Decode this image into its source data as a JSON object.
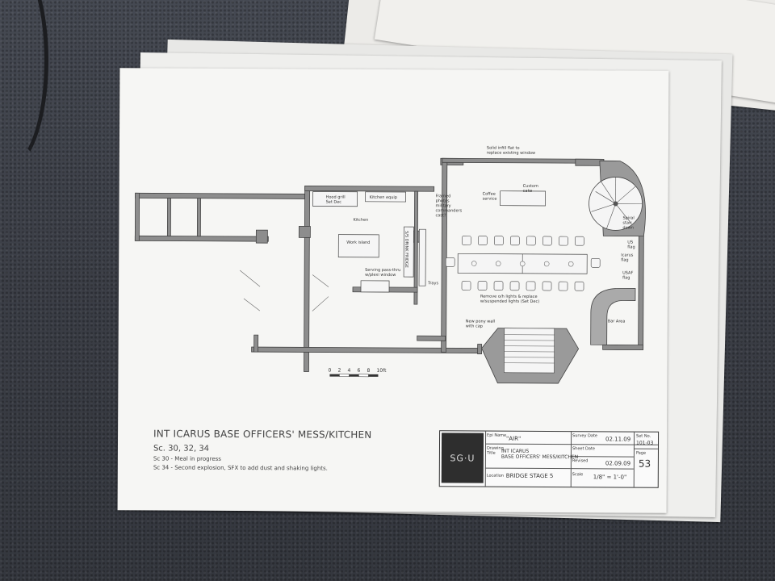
{
  "drawing": {
    "callouts": {
      "infill": "Solid infill flat to\nreplace existing window",
      "coffee": "Coffee\nservice",
      "custom_cake": "Custom\ncake",
      "hood_grill": "Hood grill\nSet Dec",
      "kitchen_equip": "Kitchen equip",
      "framed_photos": "Framed\nphotos\nmilitary\ncommanders\ncast?",
      "kitchen": "Kitchen",
      "work_island": "Work island",
      "serving_pass": "Serving pass-thru\nw/plexi window",
      "trays": "Trays",
      "spiral": "Spiral\nstair\ndown",
      "us_flag": "US\nflag",
      "icarus_flag": "Icarus\nflag",
      "usaf_flag": "USAF\nflag",
      "remove_lights": "Remove o/h lights & replace\nw/suspended lights (Set Dec)",
      "pony_wall": "New pony wall\nwith cap",
      "bar_area": "Bar Area",
      "tall_cabinet": "S/S DRINK FRIDGE"
    },
    "scale_labels": [
      "0",
      "2",
      "4",
      "6",
      "8",
      "10ft"
    ]
  },
  "caption": {
    "title": "INT ICARUS BASE OFFICERS' MESS/KITCHEN",
    "scenes": "Sc. 30, 32, 34",
    "note1": "Sc 30 - Meal in progress",
    "note2": "Sc 34 - Second explosion, SFX to add dust and shaking lights."
  },
  "title_block": {
    "logo": "SG·U",
    "epi_label": "Epi Name",
    "epi_value": "\"AIR\"",
    "drawing_label": "Drawing\nTitle",
    "drawing_value": "INT ICARUS\nBASE OFFICERS' MESS/KITCHEN",
    "location_label": "Location",
    "location_value": "BRIDGE STAGE 5",
    "survey_label": "Survey Date",
    "survey_value": "02.11.09",
    "sheet_label": "Sheet Date",
    "revised_label": "Revised",
    "revised_value": "02.09.09",
    "scale_label": "Scale",
    "scale_value": "1/8\" = 1'-0\"",
    "setno_label": "Set No.",
    "setno_value": "101-03",
    "page_label": "Page",
    "page_value": "53"
  }
}
